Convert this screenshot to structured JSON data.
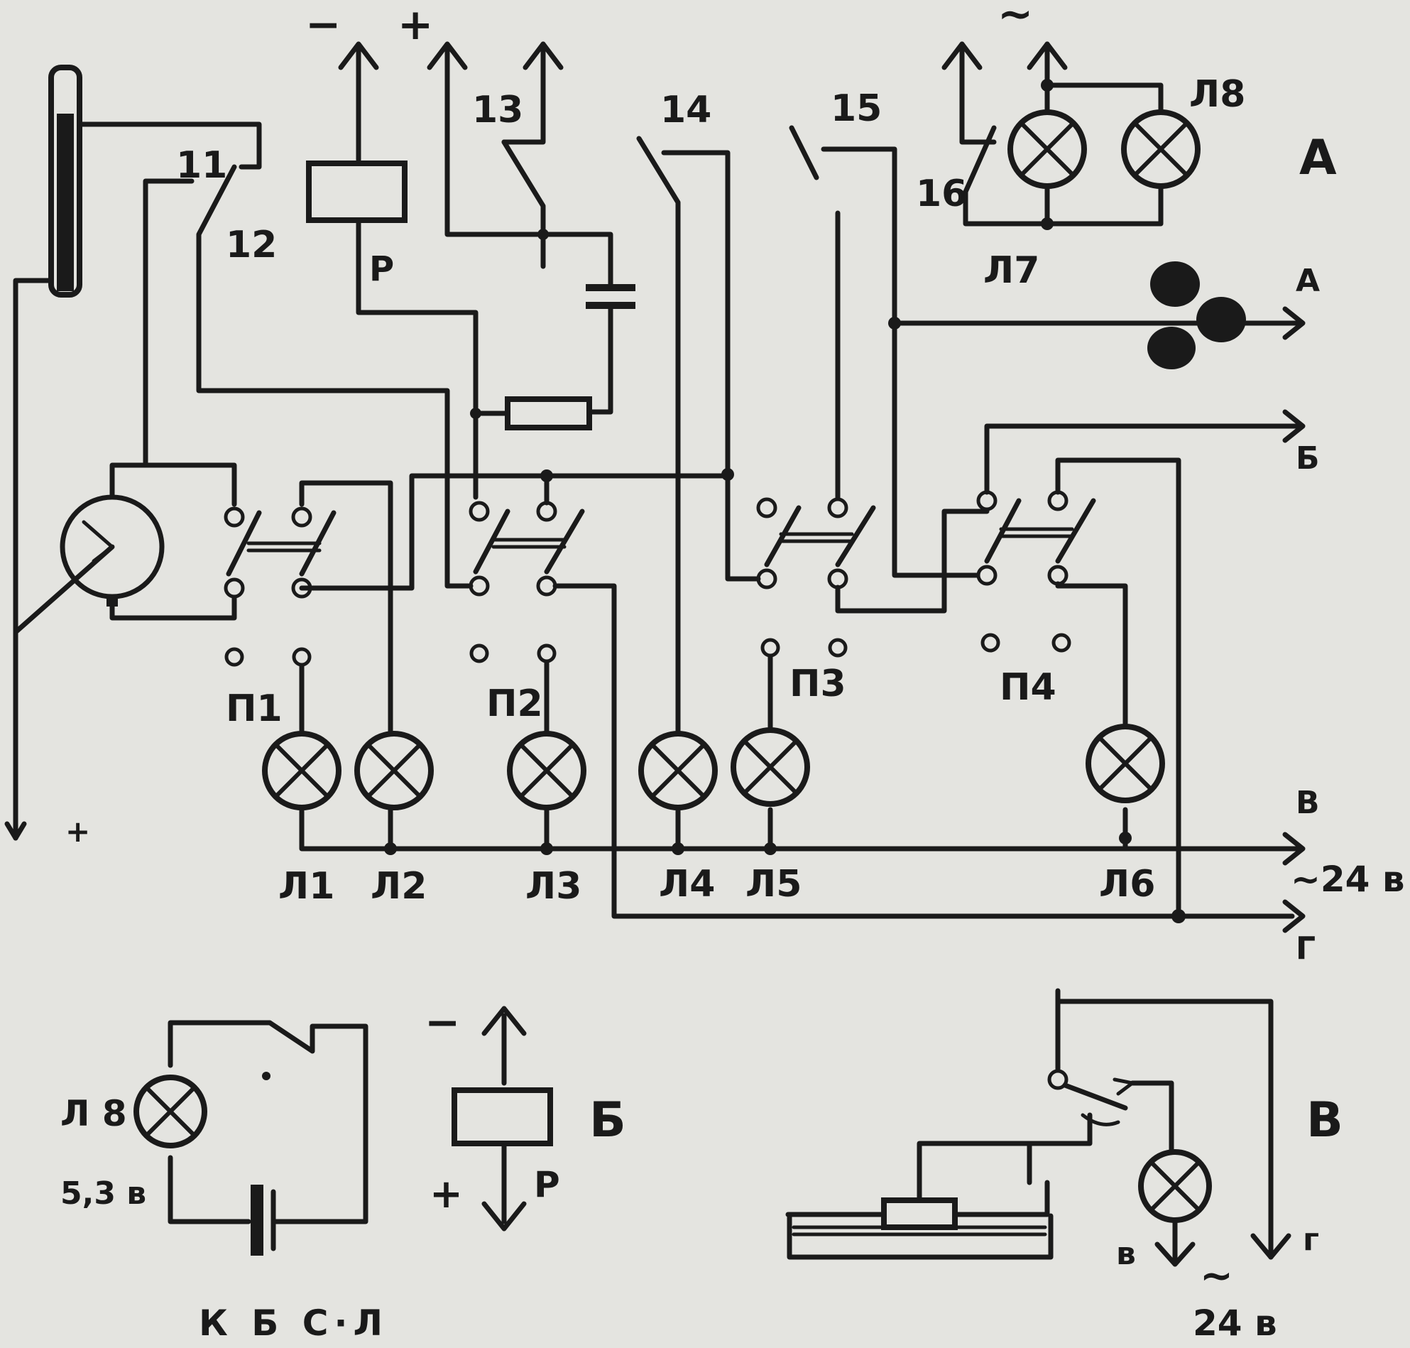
{
  "figure": {
    "panel_a": {
      "label": "А",
      "power_polarity": {
        "minus": "−",
        "plus": "+"
      },
      "ac_symbol": "~",
      "switch_labels": {
        "s11": "11",
        "s12": "12",
        "s13": "13",
        "s14": "14",
        "s15": "15",
        "s16": "16"
      },
      "relay_label": "Р",
      "program_switches": [
        "П1",
        "П2",
        "П3",
        "П4"
      ],
      "lamps": [
        "Л1",
        "Л2",
        "Л3",
        "Л4",
        "Л5",
        "Л6",
        "Л7",
        "Л8"
      ],
      "outputs": {
        "a": "А",
        "b": "Б",
        "v": "В",
        "g": "Г"
      },
      "supply_ac": "~24 в",
      "thermometer_plus": "+"
    },
    "panel_b": {
      "label": "Б",
      "lamp": "Л 8",
      "lamp_voltage": "5,3 в",
      "button_label": "К Б С·Л",
      "relay_minus": "−",
      "relay_plus": "+",
      "relay_label": "Р"
    },
    "panel_v": {
      "label": "В",
      "output_v": "в",
      "output_g": "г",
      "ac_symbol": "~",
      "supply": "24 в"
    }
  }
}
